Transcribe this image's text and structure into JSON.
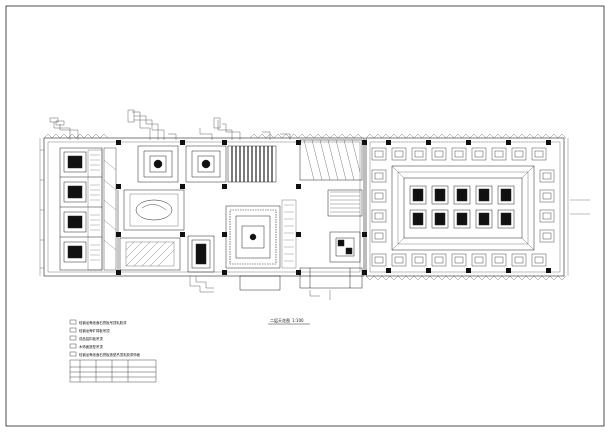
{
  "drawing": {
    "title": "二层天花图",
    "scale": "1:100",
    "legend_items": [
      "轻钢龙骨纸面石膏板吊顶乳胶漆",
      "轻钢龙骨矿棉板吊顶",
      "成品铝扣板吊顶",
      "木饰面造型吊顶",
      "轻钢龙骨纸面石膏板造型吊顶乳胶漆饰面"
    ]
  }
}
